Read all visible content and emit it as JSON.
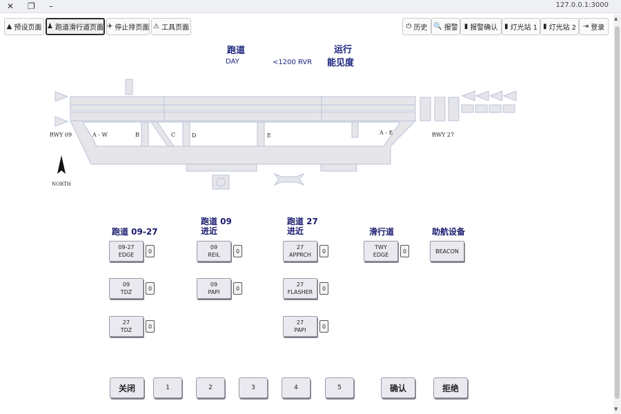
{
  "window": {
    "url": "127.0.0.1:3000",
    "close_glyph": "✕",
    "restore_glyph": "❐",
    "minimize_glyph": "–"
  },
  "toolbar": {
    "left": [
      {
        "icon": "▲",
        "label": "预设页面"
      },
      {
        "icon": "♟",
        "label": "跑道滑行道页面",
        "active": true
      },
      {
        "icon": "✈",
        "label": "停止排页面"
      },
      {
        "icon": "⚠",
        "label": "工具页面"
      }
    ],
    "right": [
      {
        "icon": "⏻",
        "label": "历史"
      },
      {
        "icon": "🔍",
        "label": "报警"
      },
      {
        "icon": "▮",
        "label": "报警确认"
      },
      {
        "icon": "▮",
        "label": "灯光站 1"
      },
      {
        "icon": "▮",
        "label": "灯光站 2"
      },
      {
        "icon": "⇥",
        "label": "登录"
      }
    ]
  },
  "header": {
    "runway_label": "跑道",
    "day_label": "DAY",
    "rvr_label": "<1200 RVR",
    "operation_label": "运行",
    "visibility_label": "能见度"
  },
  "airfield": {
    "rwy_left": "RWY 09",
    "rwy_right": "RWY 27",
    "north": "NORTH",
    "taxiways": [
      "A - W",
      "B",
      "C",
      "D",
      "E",
      "A - E"
    ]
  },
  "sections": {
    "runway_0927": {
      "title": "跑道 09-27",
      "controls": [
        {
          "line1": "09-27",
          "line2": "EDGE",
          "level": "0"
        },
        {
          "line1": "09",
          "line2": "TDZ",
          "level": "0"
        },
        {
          "line1": "27",
          "line2": "TDZ",
          "level": "0"
        }
      ]
    },
    "approach_09": {
      "title_line1": "跑道 09",
      "title_line2": "进近",
      "controls": [
        {
          "line1": "09",
          "line2": "REIL",
          "level": "0"
        },
        {
          "line1": "09",
          "line2": "PAPI",
          "level": "0"
        }
      ]
    },
    "approach_27": {
      "title_line1": "跑道 27",
      "title_line2": "进近",
      "controls": [
        {
          "line1": "27",
          "line2": "APPRCH",
          "level": "0"
        },
        {
          "line1": "27",
          "line2": "FLASHER",
          "level": "0"
        },
        {
          "line1": "27",
          "line2": "PAPI",
          "level": "0"
        }
      ]
    },
    "taxiway": {
      "title": "滑行道",
      "controls": [
        {
          "line1": "TWY",
          "line2": "EDGE",
          "level": "0"
        }
      ]
    },
    "navaid": {
      "title": "助航设备",
      "controls": [
        {
          "line1": "BEACON",
          "line2": ""
        }
      ]
    }
  },
  "bottom_bar": {
    "off": "关闭",
    "levels": [
      "1",
      "2",
      "3",
      "4",
      "5"
    ],
    "confirm": "确认",
    "reject": "拒绝"
  },
  "colors": {
    "accent_text": "#1a237e",
    "airfield_fill": "#e6e6ea",
    "airfield_stroke": "#b9c3d8"
  }
}
